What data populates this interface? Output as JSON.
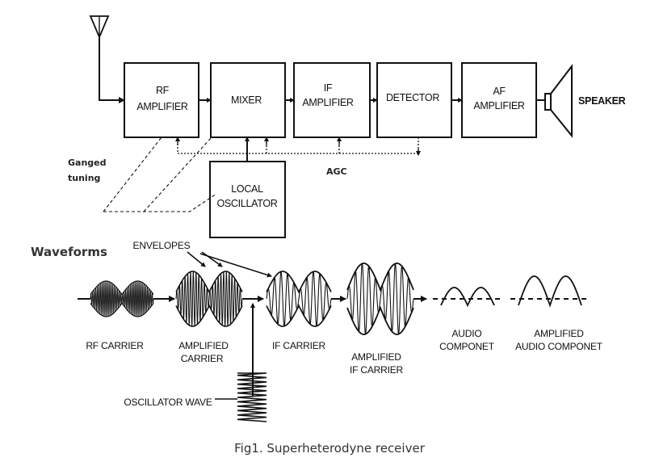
{
  "blocks": {
    "rf_amp": [
      "RF",
      "AMPLIFIER"
    ],
    "mixer": [
      "MIXER"
    ],
    "if_amp": [
      "IF",
      "AMPLIFIER"
    ],
    "detector": [
      "DETECTOR"
    ],
    "af_amp": [
      "AF",
      "AMPLIFIER"
    ],
    "local_osc": [
      "LOCAL",
      "OSCILLATOR"
    ]
  },
  "speaker_label": "SPEAKER",
  "agc_label": "AGC",
  "ganged_tuning": [
    "Ganged",
    "tuning"
  ],
  "waveforms_title": "Waveforms",
  "envelopes_label": "ENVELOPES",
  "wave_labels": {
    "rf_carrier": [
      "RF  CARRIER"
    ],
    "amplified_carrier": [
      "AMPLIFIED",
      "CARRIER"
    ],
    "if_carrier": [
      "IF CARRIER"
    ],
    "amplified_if_carrier": [
      "AMPLIFIED",
      "IF CARRIER"
    ],
    "audio_component": [
      "AUDIO",
      "COMPONET"
    ],
    "amplified_audio_component": [
      "AMPLIFIED",
      "AUDIO COMPONET"
    ],
    "oscillator_wave": [
      "OSCILLATOR WAVE"
    ]
  },
  "caption": "Fig1. Superheterodyne receiver"
}
